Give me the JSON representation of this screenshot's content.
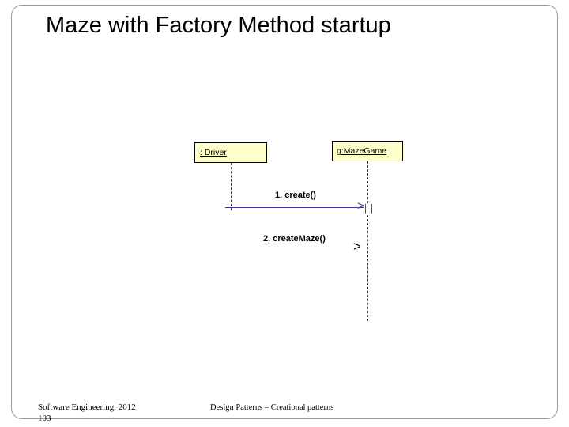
{
  "slide": {
    "title": "Maze with Factory Method startup",
    "frame_color": "#9a9a9a"
  },
  "diagram": {
    "type": "uml-sequence-diagram",
    "lifelines": [
      {
        "id": "driver",
        "label": ": Driver"
      },
      {
        "id": "mazegame",
        "label": "g:MazeGame"
      }
    ],
    "messages": [
      {
        "number": "1.",
        "label": "1. create()",
        "from": "driver",
        "to": "mazegame"
      },
      {
        "number": "2.",
        "label": "2. createMaze()",
        "from": "driver",
        "to": "mazegame"
      }
    ],
    "box_fill": "#ffffcc",
    "arrow_color": "#3b3b8f"
  },
  "footer": {
    "left_line1": "Software Engineering, 2012",
    "left_line2": "103",
    "center": "Design Patterns – Creational patterns"
  }
}
